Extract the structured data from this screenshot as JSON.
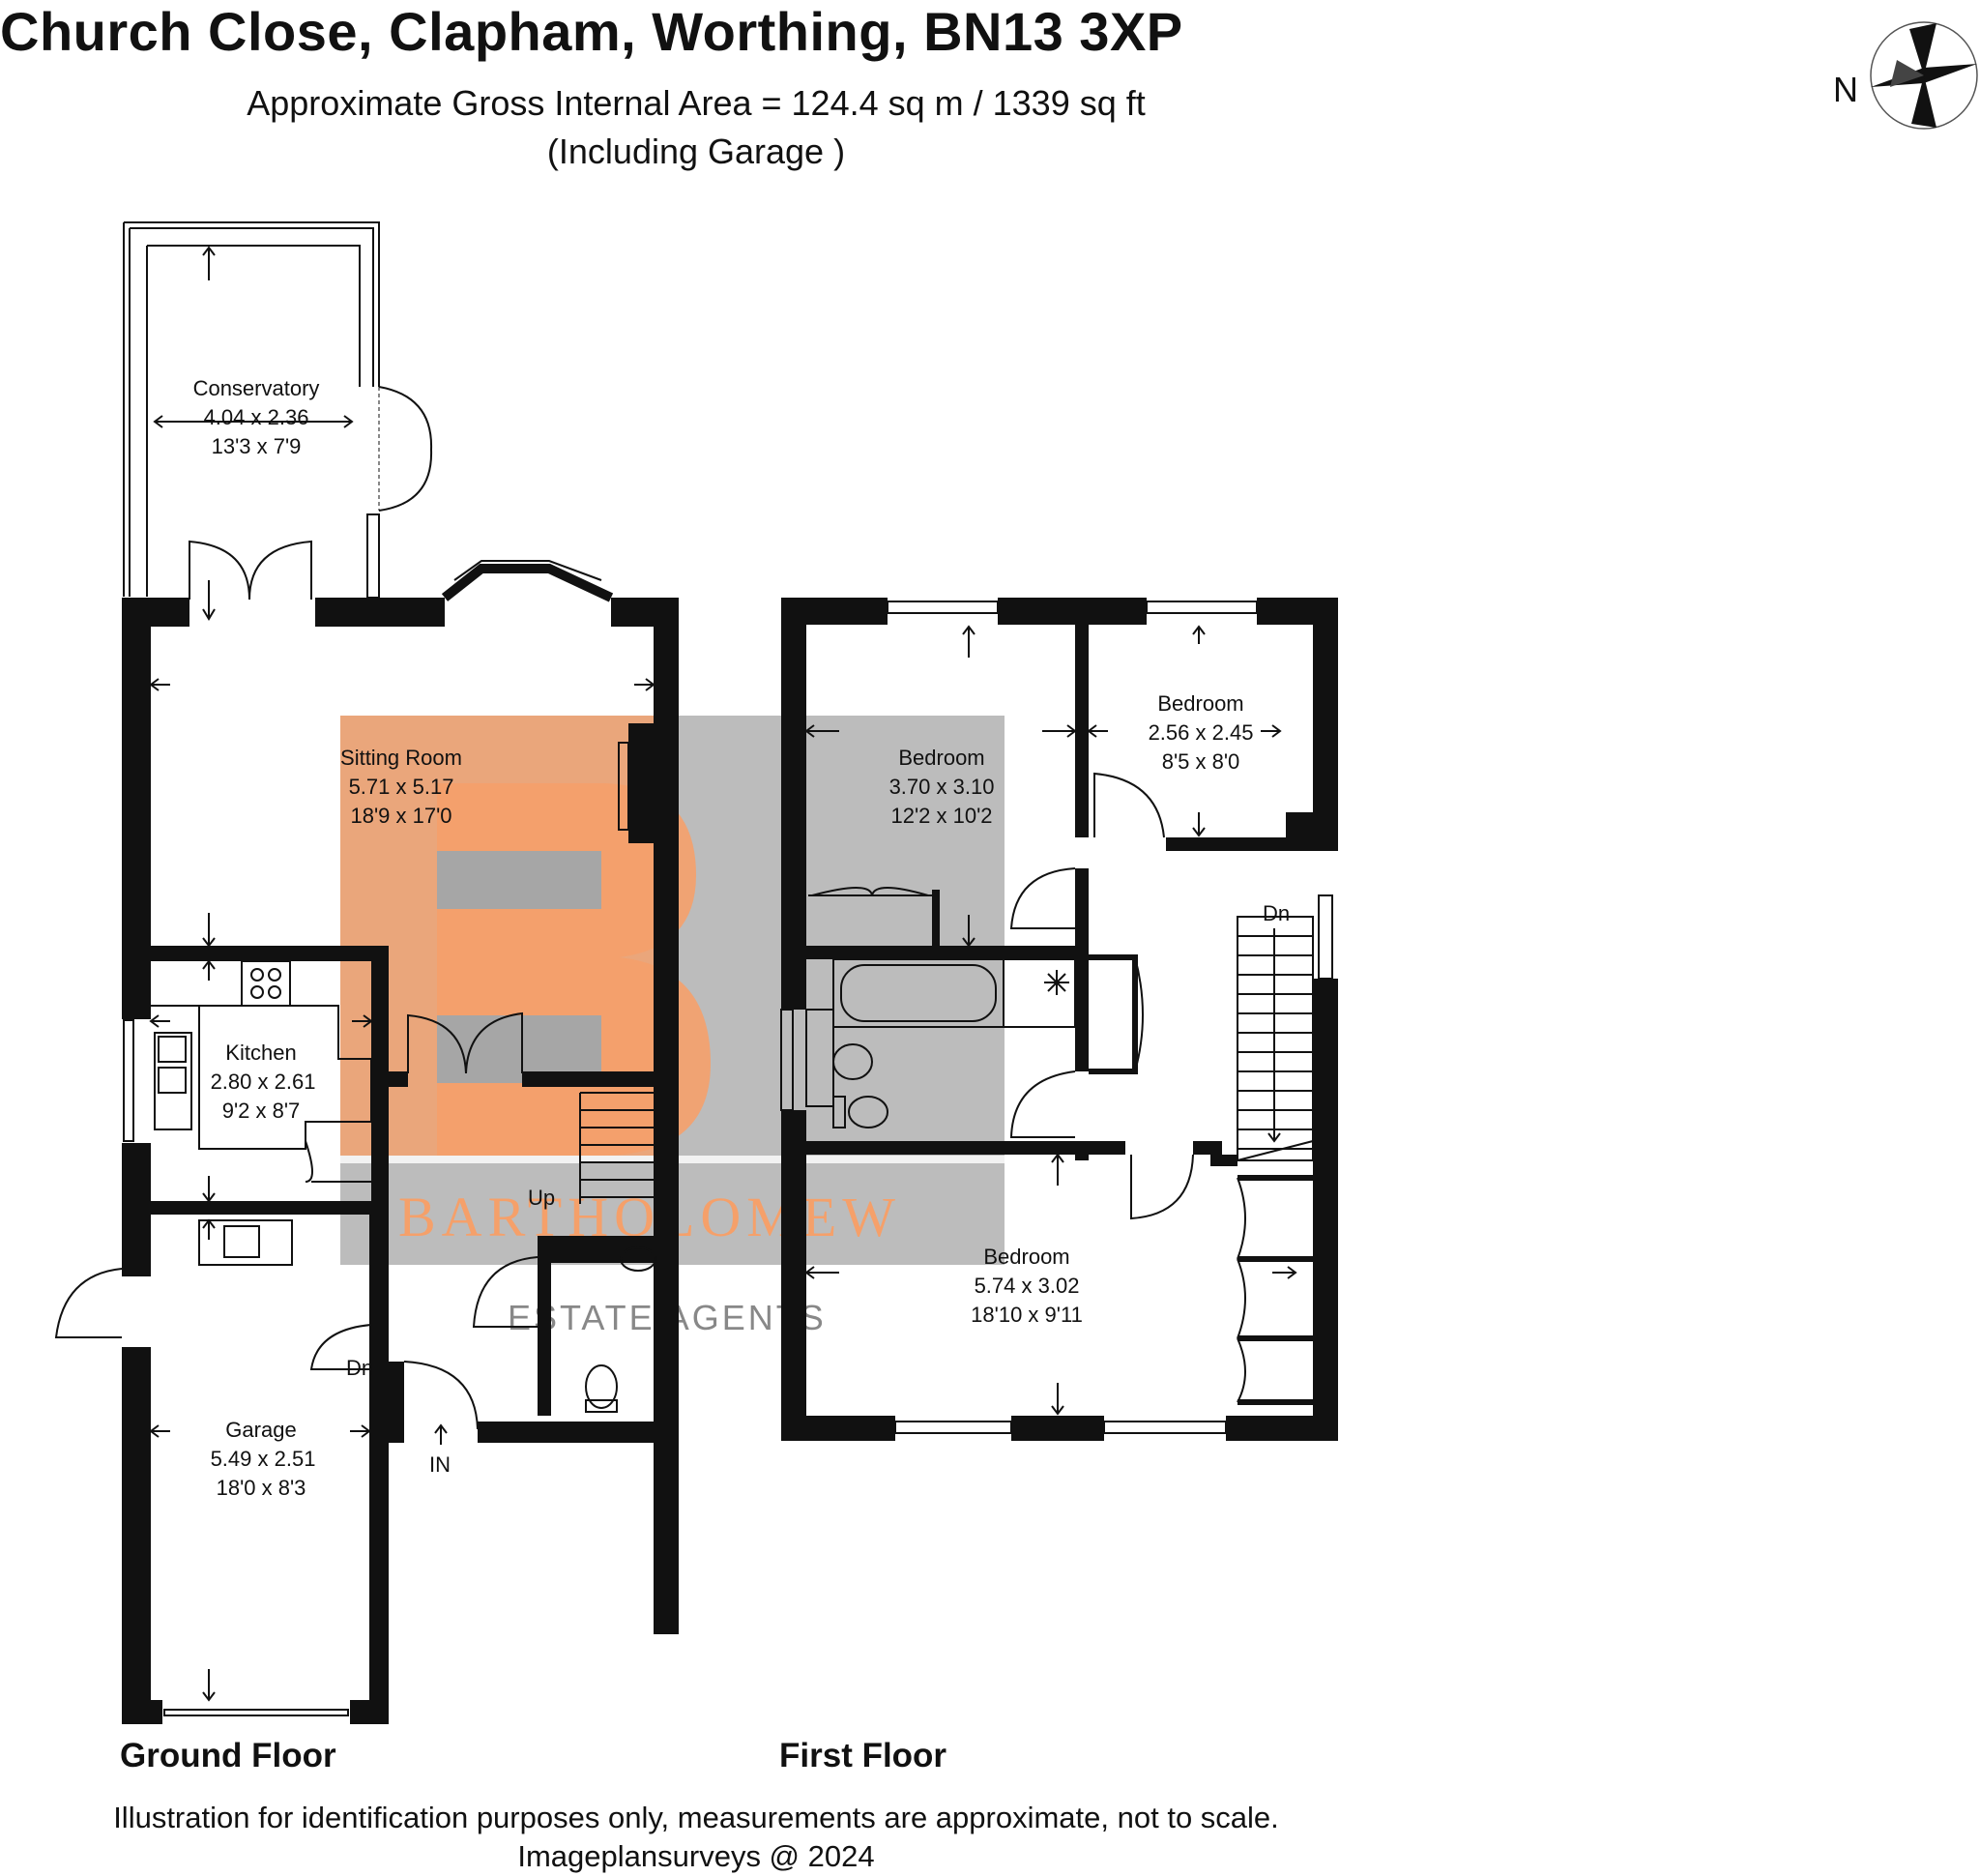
{
  "header": {
    "address": "Church Close, Clapham, Worthing, BN13 3XP",
    "area": "Approximate Gross Internal Area = 124.4 sq m / 1339 sq ft",
    "area_note": "(Including Garage )"
  },
  "compass": {
    "label": "N",
    "icon": "compass-rose-icon"
  },
  "watermark": {
    "brand": "BARTHOLOMEW",
    "tagline": "ESTATE AGENTS",
    "colors": {
      "orange": "#f5a06a",
      "grey": "#9a9a9a"
    }
  },
  "ground_floor": {
    "label": "Ground Floor",
    "rooms": {
      "conservatory": {
        "name": "Conservatory",
        "metric": "4.04 x 2.36",
        "imperial": "13'3 x 7'9"
      },
      "sitting_room": {
        "name": "Sitting Room",
        "metric": "5.71 x 5.17",
        "imperial": "18'9 x 17'0"
      },
      "kitchen": {
        "name": "Kitchen",
        "metric": "2.80 x 2.61",
        "imperial": "9'2 x 8'7"
      },
      "garage": {
        "name": "Garage",
        "metric": "5.49 x 2.51",
        "imperial": "18'0 x 8'3"
      }
    },
    "stairs_label": "Up",
    "step_label": "Dn",
    "entrance_label": "IN"
  },
  "first_floor": {
    "label": "First Floor",
    "rooms": {
      "bedroom_1": {
        "name": "Bedroom",
        "metric": "3.70 x 3.10",
        "imperial": "12'2 x 10'2"
      },
      "bedroom_2": {
        "name": "Bedroom",
        "metric": "2.56 x 2.45",
        "imperial": "8'5 x 8'0"
      },
      "bedroom_3": {
        "name": "Bedroom",
        "metric": "5.74 x 3.02",
        "imperial": "18'10 x 9'11"
      }
    },
    "stairs_label": "Dn"
  },
  "footer": {
    "disclaimer": "Illustration for identification purposes only, measurements are approximate, not to scale.",
    "credit": "Imageplansurveys @ 2024"
  }
}
